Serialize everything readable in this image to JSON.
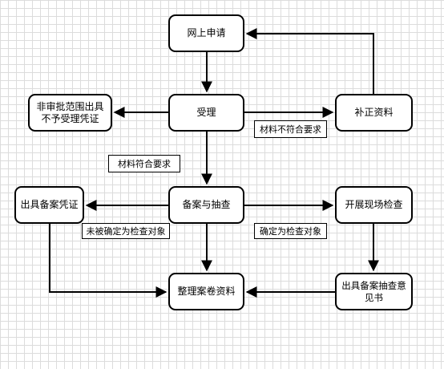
{
  "nodes": {
    "online_apply": "网上申请",
    "accept": "受理",
    "supplement": "补正资料",
    "reject": "非审批范围出具不予受理凭证",
    "filing_check": "备案与抽查",
    "filing_cert": "出具备案凭证",
    "onsite_check": "开展现场检查",
    "archive": "整理案卷资料",
    "check_opinion": "出具备案抽查意见书"
  },
  "labels": {
    "not_compliant": "材料不符合要求",
    "compliant": "材料符合要求",
    "not_selected": "未被确定为检查对象",
    "selected": "确定为检查对象"
  }
}
